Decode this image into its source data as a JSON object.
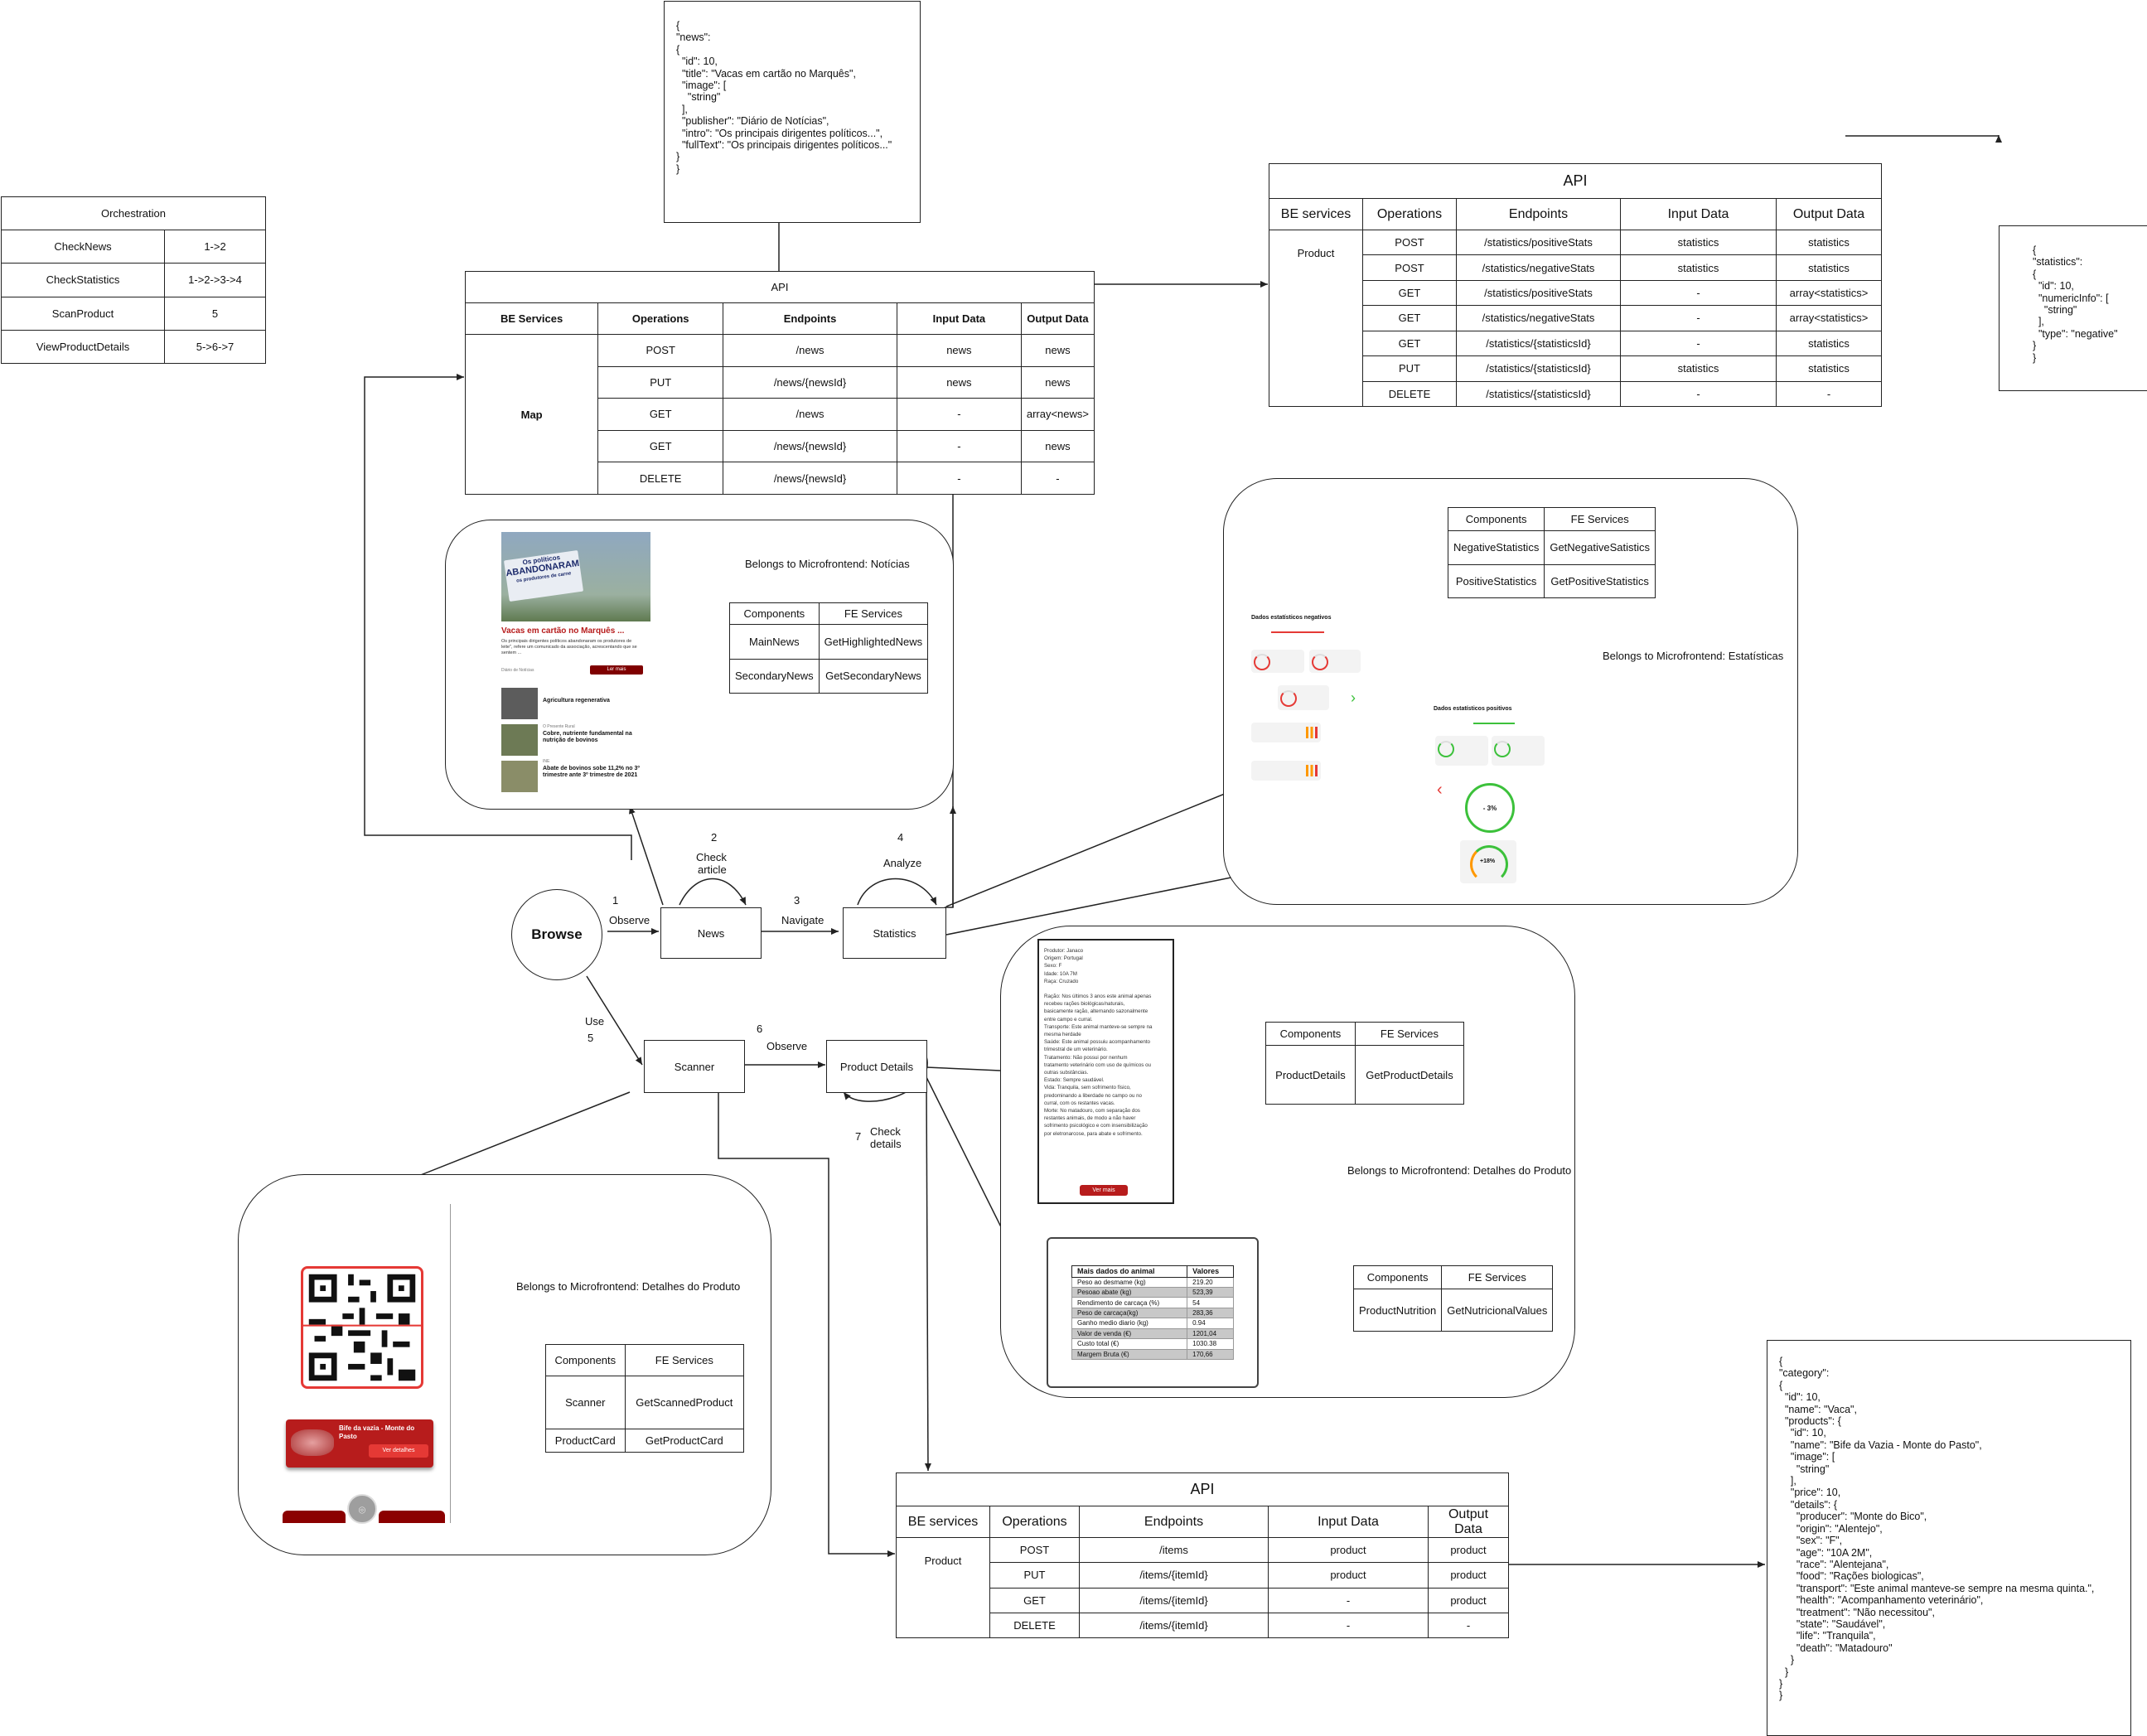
{
  "orchestration": {
    "title": "Orchestration",
    "rows": [
      [
        "CheckNews",
        "1->2"
      ],
      [
        "CheckStatistics",
        "1->2->3->4"
      ],
      [
        "ScanProduct",
        "5"
      ],
      [
        "ViewProductDetails",
        "5->6->7"
      ]
    ]
  },
  "news_json": [
    "{",
    "\"news\":",
    "{",
    "  \"id\": 10,",
    "  \"title\": \"Vacas em cartão no Marquês\",",
    "  \"image\": [",
    "    \"string\"",
    "  ],",
    "  \"publisher\": \"Diário de Notícias\",",
    "  \"intro\": \"Os principais dirigentes políticos...\",",
    "  \"fullText\": \"Os principais dirigentes políticos...\"",
    "}",
    "}"
  ],
  "news_api": {
    "caption": "API",
    "headers": [
      "BE Services",
      "Operations",
      "Endpoints",
      "Input Data",
      "Output Data"
    ],
    "service": "Map",
    "rows": [
      [
        "POST",
        "/news",
        "news",
        "news"
      ],
      [
        "PUT",
        "/news/{newsId}",
        "news",
        "news"
      ],
      [
        "GET",
        "/news",
        "-",
        "array<news>"
      ],
      [
        "GET",
        "/news/{newsId}",
        "-",
        "news"
      ],
      [
        "DELETE",
        "/news/{newsId}",
        "-",
        "-"
      ]
    ]
  },
  "stats_api": {
    "caption": "API",
    "headers": [
      "BE services",
      "Operations",
      "Endpoints",
      "Input Data",
      "Output Data"
    ],
    "service": "Product",
    "rows": [
      [
        "POST",
        "/statistics/positiveStats",
        "statistics",
        "statistics"
      ],
      [
        "POST",
        "/statistics/negativeStats",
        "statistics",
        "statistics"
      ],
      [
        "GET",
        "/statistics/positiveStats",
        "-",
        "array<statistics>"
      ],
      [
        "GET",
        "/statistics/negativeStats",
        "-",
        "array<statistics>"
      ],
      [
        "GET",
        "/statistics/{statisticsId}",
        "-",
        "statistics"
      ],
      [
        "PUT",
        "/statistics/{statisticsId}",
        "statistics",
        "statistics"
      ],
      [
        "DELETE",
        "/statistics/{statisticsId}",
        "-",
        "-"
      ]
    ]
  },
  "stats_json": [
    "{",
    "\"statistics\":",
    "{",
    "  \"id\": 10,",
    "  \"numericInfo\": [",
    "    \"string\"",
    "  ],",
    "  \"type\": \"negative\"",
    "}",
    "}"
  ],
  "items_api": {
    "caption": "API",
    "headers": [
      "BE services",
      "Operations",
      "Endpoints",
      "Input Data",
      "Output Data"
    ],
    "service": "Product",
    "rows": [
      [
        "POST",
        "/items",
        "product",
        "product"
      ],
      [
        "PUT",
        "/items/{itemId}",
        "product",
        "product"
      ],
      [
        "GET",
        "/items/{itemId}",
        "-",
        "product"
      ],
      [
        "DELETE",
        "/items/{itemId}",
        "-",
        "-"
      ]
    ]
  },
  "category_json": [
    "{",
    "\"category\":",
    "{",
    "  \"id\": 10,",
    "  \"name\": \"Vaca\",",
    "  \"products\": {",
    "    \"id\": 10,",
    "    \"name\": \"Bife da Vazia - Monte do Pasto\",",
    "    \"image\": [",
    "      \"string\"",
    "    ],",
    "    \"price\": 10,",
    "    \"details\": {",
    "      \"producer\": \"Monte do Bico\",",
    "      \"origin\": \"Alentejo\",",
    "      \"sex\": \"F\",",
    "      \"age\": \"10A 2M\",",
    "      \"race\": \"Alentejana\",",
    "      \"food\": \"Rações biologicas\",",
    "      \"transport\": \"Este animal manteve-se sempre na mesma quinta.\",",
    "      \"health\": \"Acompanhamento veterinário\",",
    "      \"treatment\": \"Não necessitou\",",
    "      \"state\": \"Saudável\",",
    "      \"life\": \"Tranquila\",",
    "      \"death\": \"Matadouro\"",
    "    }",
    "  }",
    "}",
    "}"
  ],
  "flow": {
    "browse": "Browse",
    "news": "News",
    "statistics": "Statistics",
    "scanner": "Scanner",
    "product_details": "Product Details",
    "n1": "1",
    "observe1": "Observe",
    "n2": "2",
    "check_article_1": "Check",
    "check_article_2": "article",
    "n3": "3",
    "navigate": "Navigate",
    "n4": "4",
    "analyze": "Analyze",
    "use": "Use",
    "n5": "5",
    "n6": "6",
    "observe2": "Observe",
    "n7": "7",
    "check_details_1": "Check",
    "check_details_2": "details"
  },
  "mfe_news": {
    "label": "Belongs to Microfrontend: Notícias",
    "headers": [
      "Components",
      "FE Services"
    ],
    "rows": [
      [
        "MainNews",
        "GetHighlightedNews"
      ],
      [
        "SecondaryNews",
        "GetSecondaryNews"
      ]
    ],
    "shot": {
      "sign_line1": "Os políticos",
      "sign_line2": "ABANDONARAM",
      "sign_line3": "os produtores de carne",
      "headline": "Vacas em cartão no Marquês ...",
      "intro": "Os principais dirigentes políticos abandonaram os produtores de leite\", refere um comunicado da associação, acrescentando que se sentem ...",
      "meta": "Diário de Notícias",
      "button": "Ler mais",
      "items": [
        {
          "source": "",
          "title": "Agricultura regenerativa"
        },
        {
          "source": "O Presente Rural",
          "title": "Cobre, nutriente fundamental na nutrição de bovinos"
        },
        {
          "source": "INE",
          "title": "Abate de bovinos sobe 11,2% no 3º trimestre ante 3º trimestre de 2021"
        }
      ]
    }
  },
  "mfe_stats": {
    "label": "Belongs to Microfrontend: Estatísticas",
    "headers": [
      "Components",
      "FE Services"
    ],
    "rows": [
      [
        "NegativeStatistics",
        "GetNegativeSatistics"
      ],
      [
        "PositiveStatistics",
        "GetPositiveStatistics"
      ]
    ],
    "neg_title": "Dados estatísticos negativos",
    "pos_title": "Dados estatísticos positivos",
    "pos_big": "- 3%",
    "pos_gauge": "+18%"
  },
  "mfe_details": {
    "label": "Belongs to Microfrontend: Detalhes do Produto",
    "headers": [
      "Components",
      "FE Services"
    ],
    "rows1": [
      [
        "ProductDetails",
        "GetProductDetails"
      ]
    ],
    "rows2": [
      [
        "ProductNutrition",
        "GetNutricionalValues"
      ]
    ],
    "detail_lines": [
      "Produtor: Janaco",
      "Origem: Portugal",
      "Sexo: F",
      "Idade: 10A 7M",
      "Raça: Cruzado",
      "",
      "Ração: Nos últimos 3 anos este animal apenas",
      "recebeu rações biológicas/naturais,",
      "basicamente ração, alternando sazonalmente",
      "entre campo e curral.",
      "Transporte: Este animal manteve-se sempre na",
      "mesma herdade",
      "Saúde: Este animal possuiu acompanhamento",
      "trimestral de um veterinário.",
      "Tratamento: Não possui por nenhum",
      "tratamento veterinário com uso de químicos ou",
      "outras substâncias.",
      "Estado: Sempre saudável.",
      "Vida: Tranquila, sem sofrimento físico,",
      "predominando a liberdade no campo ou no",
      "curral, com os restantes vacas.",
      "Morte: No matadouro, com separação dos",
      "restantes animais, de modo a não haver",
      "sofrimento psicológico e com insensibilização",
      "por eletronarcose, para abate e sofrimento."
    ],
    "detail_button": "Ver mais",
    "nutrition_headers": [
      "Mais dados do animal",
      "Valores"
    ],
    "nutrition_rows": [
      [
        "Peso ao desmame (kg)",
        "219.20"
      ],
      [
        "Pesoao abate (kg)",
        "523,39"
      ],
      [
        "Rendimento de carcaça (%)",
        "54"
      ],
      [
        "Peso de carcaça(kg)",
        "283,36"
      ],
      [
        "Ganho medio diario (kg)",
        "0.94"
      ],
      [
        "Valor de venda (€)",
        "1201,04"
      ],
      [
        "Custo total (€)",
        "1030.38"
      ],
      [
        "Margem Bruta (€)",
        "170,66"
      ]
    ]
  },
  "mfe_scanner": {
    "label": "Belongs to Microfrontend: Detalhes do Produto",
    "headers": [
      "Components",
      "FE Services"
    ],
    "rows": [
      [
        "Scanner",
        "GetScannedProduct"
      ],
      [
        "ProductCard",
        "GetProductCard"
      ]
    ],
    "card_title": "Bife da vazia - Monte do Pasto",
    "card_button": "Ver detalhes"
  },
  "colors": {
    "brand_red": "#b71c1c",
    "positive_green": "#3cc13b",
    "line": "#222222"
  }
}
